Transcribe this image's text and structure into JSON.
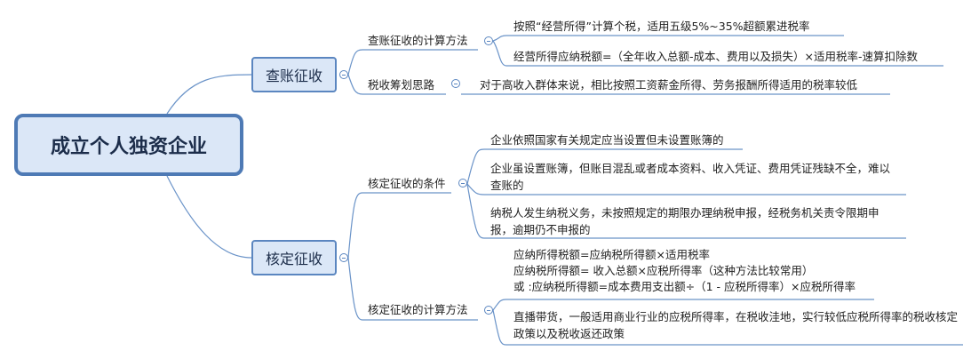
{
  "root": {
    "title": "成立个人独资企业"
  },
  "branches": [
    {
      "label": "查账征收",
      "children": [
        {
          "label": "查账征收的计算方法",
          "items": [
            "按照“经营所得”计算个税，适用五级5%~35%超额累进税率",
            "经营所得应纳税额=（全年收入总额-成本、费用以及损失）×适用税率-速算扣除数"
          ]
        },
        {
          "label": "税收筹划思路",
          "items": [
            "对于高收入群体来说，相比按照工资薪金所得、劳务报酬所得适用的税率较低"
          ]
        }
      ]
    },
    {
      "label": "核定征收",
      "children": [
        {
          "label": "核定征收的条件",
          "items": [
            "企业依照国家有关规定应当设置但未设置账簿的",
            "企业虽设置账簿，但账目混乱或者成本资料、收入凭证、费用凭证残缺不全，难以查账的",
            "纳税人发生纳税义务，未按照规定的期限办理纳税申报，经税务机关责令限期申报，逾期仍不申报的"
          ]
        },
        {
          "label": "核定征收的计算方法",
          "formulas": [
            "应纳所得税额=应纳税所得额×适用税率",
            "应纳税所得额= 收入总额×应税所得率（这种方法比较常用）",
            "或 :应纳税所得额=成本费用支出额÷（1 - 应税所得率）×应税所得率"
          ],
          "items": [
            "直播带货，一般适用商业行业的应税所得率，在税收洼地，实行较低应税所得率的税收核定政策以及税收返还政策"
          ]
        }
      ]
    }
  ],
  "colors": {
    "line": "#6a93c8",
    "node_fill": "#dbe7f7",
    "node_border": "#4e7ab5"
  }
}
